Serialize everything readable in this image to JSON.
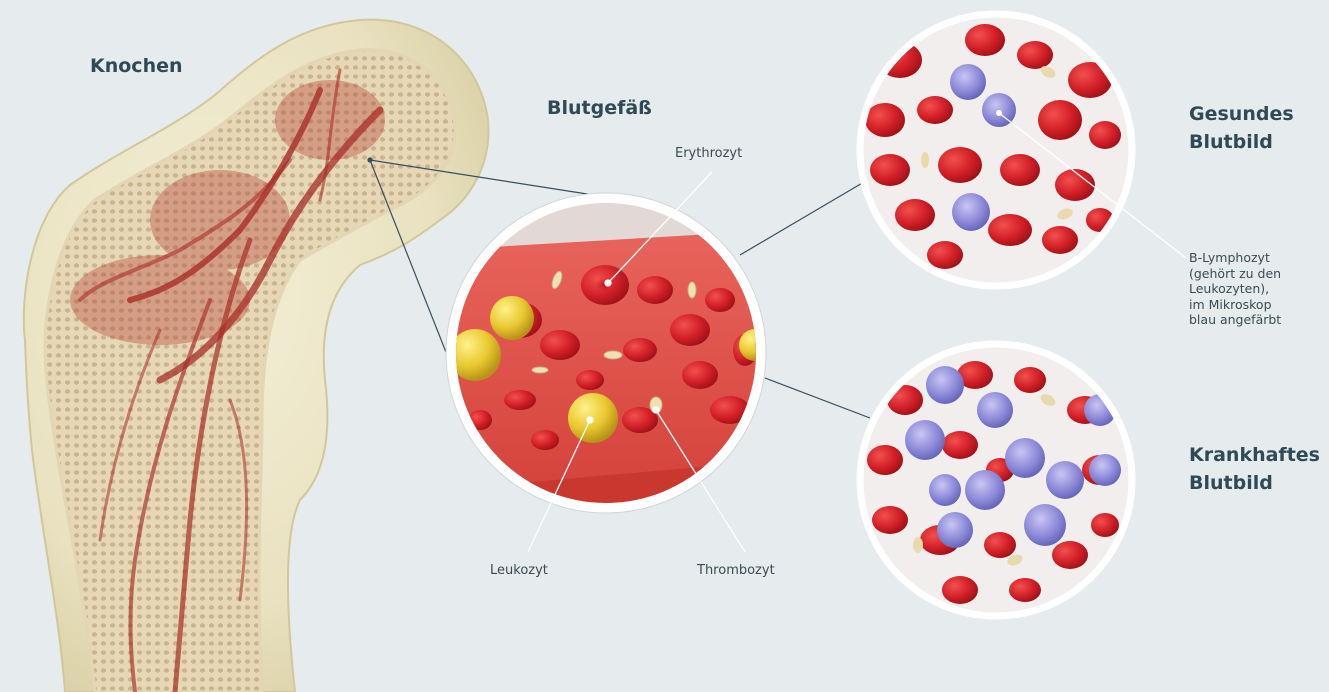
{
  "labels": {
    "bone": "Knochen",
    "vessel": "Blutgefäß",
    "erythrocyte": "Erythrozyt",
    "leukocyte": "Leukozyt",
    "thrombocyte": "Thrombozyt",
    "healthy_line1": "Gesundes",
    "healthy_line2": "Blutbild",
    "diseased_line1": "Krankhaftes",
    "diseased_line2": "Blutbild",
    "b_lymphocyte": "B-Lymphozyt\n(gehört zu den\nLeukozyten),\nim Mikroskop\nblau angefärbt"
  },
  "colors": {
    "background": "#e6ebee",
    "bone": "#efe8cf",
    "marrow": "#a8302a",
    "red_cell": "#d8262d",
    "white_cell": "#e8c22e",
    "lymphocyte": "#8a8bd6",
    "heading": "#2f4a56"
  }
}
